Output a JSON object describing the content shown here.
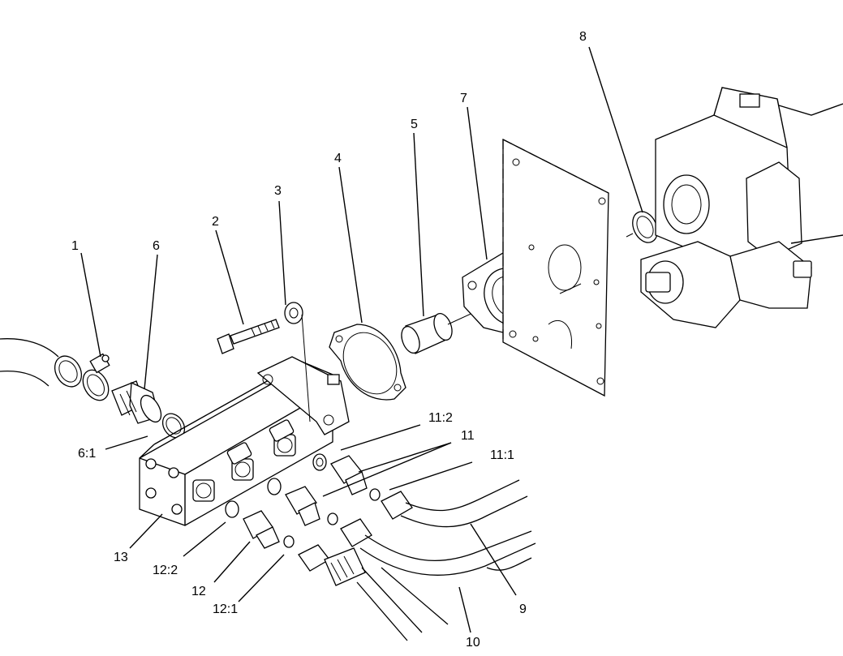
{
  "callouts": {
    "c1": "1",
    "c2": "2",
    "c3": "3",
    "c4": "4",
    "c5": "5",
    "c6": "6",
    "c6_1": "6:1",
    "c7": "7",
    "c8": "8",
    "c9": "9",
    "c10": "10",
    "c11": "11",
    "c11_1": "11:1",
    "c11_2": "11:2",
    "c12": "12",
    "c12_1": "12:1",
    "c12_2": "12:2",
    "c13": "13"
  }
}
